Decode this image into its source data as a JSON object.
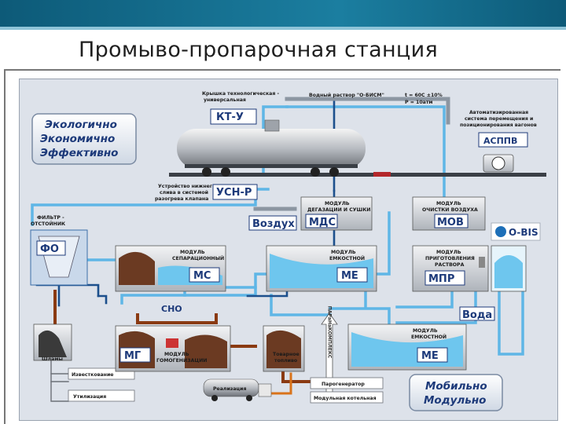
{
  "title": "Промыво-пропарочная станция",
  "badges": {
    "left": [
      "Экологично",
      "Экономично",
      "Эффективно"
    ],
    "right": [
      "Мобильно",
      "Модульно"
    ]
  },
  "logo": "O-BIS",
  "labels": {
    "kt_u_desc": [
      "Крышка технологическая -",
      "универсальная"
    ],
    "water_solution": "Водный раствор \"О-БИСМ\"",
    "temp": "t = 60С ±10%",
    "pressure": "P = 10атм",
    "asppv_desc": [
      "Автоматизированная",
      "система перемещения и",
      "позиционирования вагонов"
    ],
    "usn_desc": [
      "Устройство нижнего",
      "слива в системой",
      "разогрева клапана"
    ],
    "filter_desc": [
      "ФИЛЬТР -",
      "ОТСТОЙНИК"
    ],
    "mds_desc": [
      "МОДУЛЬ",
      "ДЕГАЗАЦИИ И СУШКИ"
    ],
    "mov_desc": [
      "МОДУЛЬ",
      "ОЧИСТКИ ВОЗДУХА"
    ],
    "ms_desc": [
      "МОДУЛЬ",
      "СЕПАРАЦИОННЫЙ"
    ],
    "me_desc": [
      "МОДУЛЬ",
      "ЕМКОСТНОЙ"
    ],
    "mpr_desc": [
      "МОДУЛЬ",
      "ПРИГОТОВЛЕНИЯ",
      "РАСТВОРА"
    ],
    "me2_desc": [
      "МОДУЛЬ",
      "ЕМКОСТНОЙ"
    ],
    "mg_desc": [
      "МОДУЛЬ",
      "ГОМОГЕНИЗАЦИИ"
    ],
    "fuel": [
      "Товарное",
      "топливо"
    ],
    "sludge": "Шламы",
    "liming": "Известкование",
    "utilization": "Утилизация",
    "realization": "Реализация",
    "steam_gen": "Парогенератор",
    "boiler": "Модульная котельная",
    "steam_vertical": "ПАРаНаКОМПЛЕКС"
  },
  "codes": {
    "kt_u": "КТ-У",
    "usn_r": "УСН-Р",
    "asppv": "АСППВ",
    "air": "Воздух",
    "mds": "МДС",
    "mov": "МОВ",
    "fo": "ФО",
    "ms": "МС",
    "me": "МЕ",
    "mpr": "МПР",
    "water": "Вода",
    "sno": "СНО",
    "mg": "МГ",
    "me2": "МЕ"
  },
  "colors": {
    "pipe_blue": "#5fb6e6",
    "pipe_dark": "#1c4f8c",
    "pipe_brown": "#8a3a12",
    "pipe_orange": "#d9731a",
    "liquid_blue": "#6ec6ee",
    "sludge_brown": "#6b3a22",
    "code_blue": "#1d3a7a"
  }
}
